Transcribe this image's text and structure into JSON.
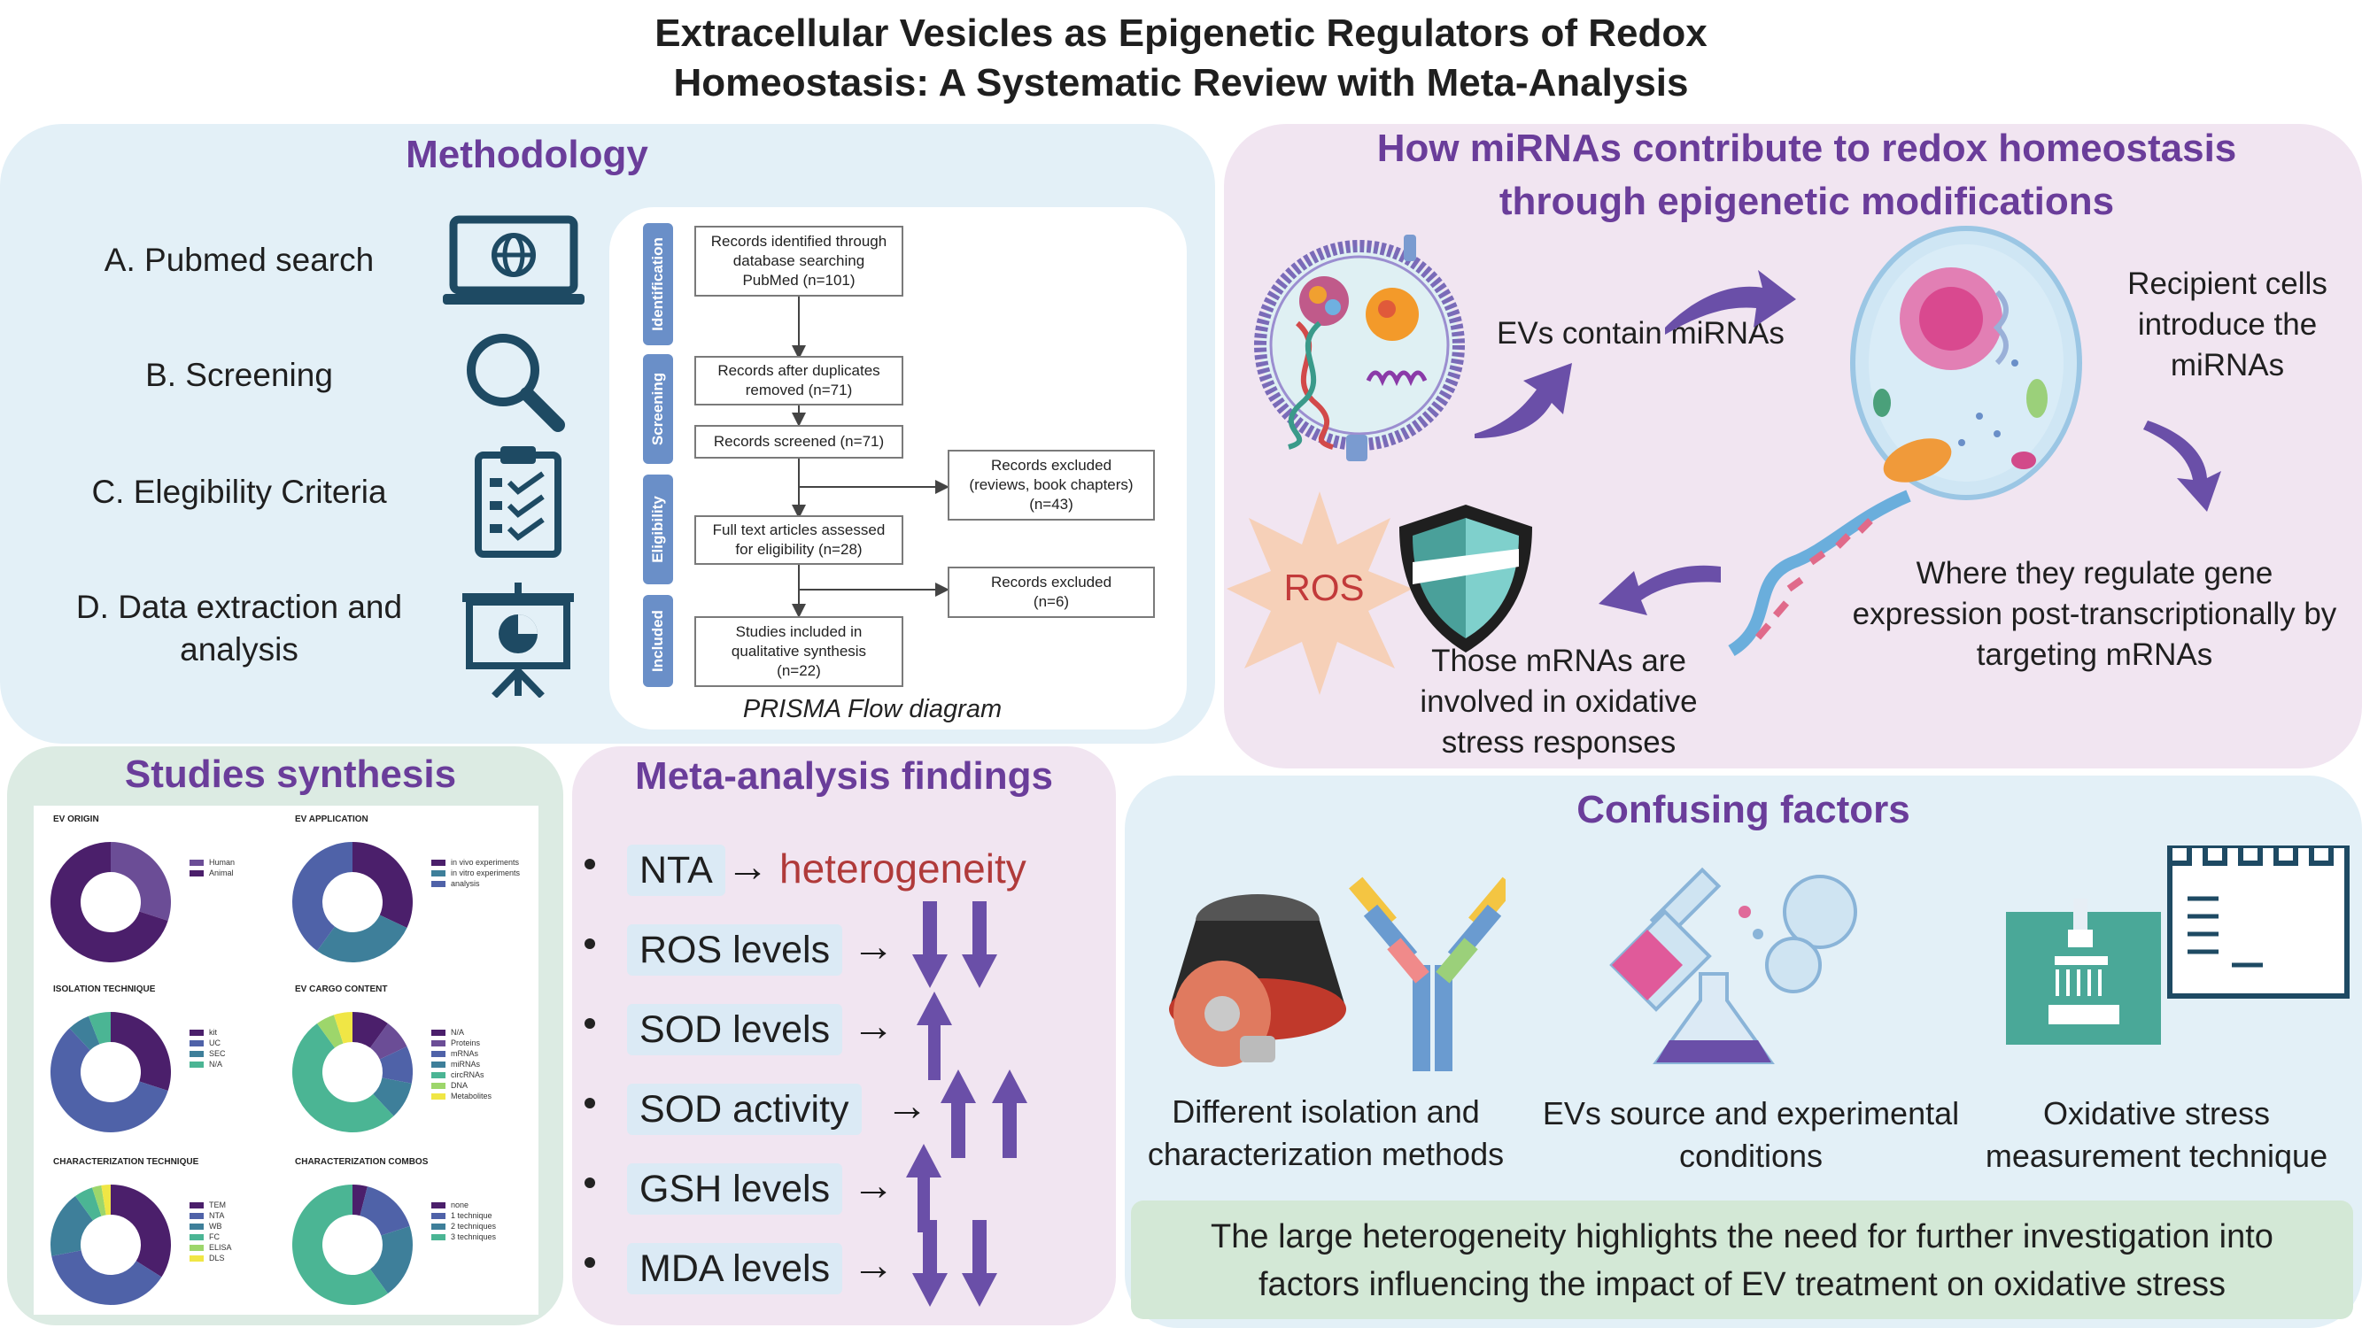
{
  "title": {
    "line1": "Extracellular Vesicles as Epigenetic Regulators of Redox",
    "line2": "Homeostasis: A Systematic Review with Meta-Analysis"
  },
  "methodology": {
    "title": "Methodology",
    "steps": [
      {
        "label": "A. Pubmed search",
        "icon": "laptop-globe-icon"
      },
      {
        "label": "B. Screening",
        "icon": "magnifier-icon"
      },
      {
        "label": "C. Elegibility Criteria",
        "icon": "clipboard-checklist-icon"
      },
      {
        "label": "D. Data extraction and",
        "label2": "analysis",
        "icon": "presentation-pie-icon"
      }
    ],
    "prisma": {
      "caption": "PRISMA Flow diagram",
      "phases": [
        "Identification",
        "Screening",
        "Eligibility",
        "Included"
      ],
      "boxes": {
        "identified": [
          "Records identified through",
          "database searching",
          "PubMed (n=101)"
        ],
        "after_duplicates": [
          "Records after duplicates",
          "removed (n=71)"
        ],
        "screened": [
          "Records screened (n=71)"
        ],
        "excluded1": [
          "Records excluded",
          "(reviews, book chapters)",
          "(n=43)"
        ],
        "full_text": [
          "Full text articles assessed",
          "for eligibility (n=28)"
        ],
        "excluded2": [
          "Records excluded",
          "(n=6)"
        ],
        "included": [
          "Studies included in",
          "qualitative synthesis",
          "(n=22)"
        ]
      }
    }
  },
  "mirna": {
    "title_line1": "How miRNAs contribute to redox homeostasis",
    "title_line2": "through epigenetic modifications",
    "ev_text": "EVs contain miRNAs",
    "recipient": [
      "Recipient cells",
      "introduce the",
      "miRNAs"
    ],
    "regulate": [
      "Where they regulate gene",
      "expression post-transcriptionally by",
      "targeting mRNAs"
    ],
    "oxidative": [
      "Those mRNAs are",
      "involved in oxidative",
      "stress responses"
    ],
    "ros_label": "ROS"
  },
  "synthesis": {
    "title": "Studies synthesis",
    "charts": [
      {
        "title": "EV ORIGIN",
        "legend": [
          "Human",
          "Animal"
        ],
        "colors": [
          "#6b4d96",
          "#4b1f6b"
        ],
        "values": [
          0.3,
          0.7
        ]
      },
      {
        "title": "EV APPLICATION",
        "legend": [
          "in vivo experiments",
          "in vitro experiments",
          "analysis"
        ],
        "colors": [
          "#4b1f6b",
          "#3e7f9a",
          "#4f62a8"
        ],
        "values": [
          0.32,
          0.28,
          0.4
        ]
      },
      {
        "title": "ISOLATION TECHNIQUE",
        "legend": [
          "kit",
          "UC",
          "SEC",
          "N/A"
        ],
        "colors": [
          "#4b1f6b",
          "#4f62a8",
          "#3e7f9a",
          "#4bb594"
        ],
        "values": [
          0.3,
          0.58,
          0.06,
          0.06
        ]
      },
      {
        "title": "EV CARGO CONTENT",
        "legend": [
          "N/A",
          "Proteins",
          "mRNAs",
          "miRNAs",
          "circRNAs",
          "DNA",
          "Metabolites"
        ],
        "colors": [
          "#4b1f6b",
          "#6b4d96",
          "#4f62a8",
          "#3e7f9a",
          "#4bb594",
          "#9dd66b",
          "#f0e645"
        ],
        "values": [
          0.1,
          0.08,
          0.1,
          0.1,
          0.52,
          0.05,
          0.05
        ]
      },
      {
        "title": "CHARACTERIZATION TECHNIQUE",
        "legend": [
          "TEM",
          "NTA",
          "WB",
          "FC",
          "ELISA",
          "DLS"
        ],
        "colors": [
          "#4b1f6b",
          "#4f62a8",
          "#3e7f9a",
          "#4bb594",
          "#9dd66b",
          "#f0e645"
        ],
        "values": [
          0.34,
          0.38,
          0.18,
          0.05,
          0.025,
          0.025
        ]
      },
      {
        "title": "CHARACTERIZATION COMBOS",
        "legend": [
          "none",
          "1 technique",
          "2 techniques",
          "3 techniques"
        ],
        "colors": [
          "#4b1f6b",
          "#4f62a8",
          "#3e7f9a",
          "#4bb594"
        ],
        "values": [
          0.04,
          0.16,
          0.2,
          0.6
        ]
      }
    ]
  },
  "meta": {
    "title": "Meta-analysis findings",
    "items": [
      {
        "label": "NTA",
        "result": "heterogeneity",
        "arrows": "none"
      },
      {
        "label": "ROS levels",
        "arrows": "down-down"
      },
      {
        "label": "SOD levels",
        "arrows": "up"
      },
      {
        "label": "SOD activity",
        "arrows": "up-up"
      },
      {
        "label": "GSH levels",
        "arrows": "up"
      },
      {
        "label": "MDA levels",
        "arrows": "down-down"
      }
    ],
    "arrow_glyph": "→",
    "accent": "#6a3d9a",
    "heterogeneity_color": "#b03a3a"
  },
  "confusing": {
    "title": "Confusing factors",
    "factors": [
      {
        "line1": "Different isolation and",
        "line2": "characterization methods",
        "icon": "centrifuge-antibody-icon"
      },
      {
        "line1": "EVs source and experimental",
        "line2": "conditions",
        "icon": "flask-icon"
      },
      {
        "line1": "Oxidative stress",
        "line2": "measurement technique",
        "icon": "pipette-plate-icon"
      }
    ],
    "conclusion_line1": "The large heterogeneity highlights the need for further investigation into",
    "conclusion_line2": "factors influencing the impact of EV treatment on oxidative stress"
  }
}
